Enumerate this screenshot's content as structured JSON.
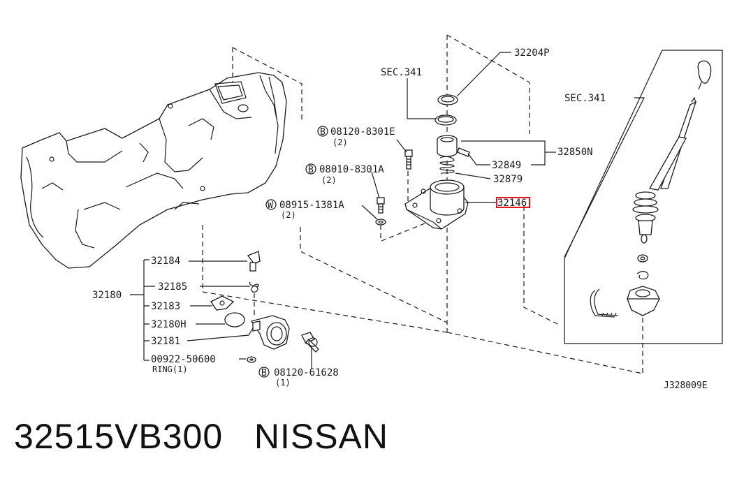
{
  "diagram": {
    "callouts": {
      "sec341_top": "SEC.341",
      "p32204p": "32204P",
      "bolt_08120_8301e": "08120-8301E",
      "bolt_08120_8301e_qty": "(2)",
      "bolt_08010_8301a": "08010-8301A",
      "bolt_08010_8301a_qty": "(2)",
      "washer_08915_1381a": "08915-1381A",
      "washer_08915_1381a_qty": "(2)",
      "p32850n": "32850N",
      "p32849": "32849",
      "p32879": "32879",
      "p32146": "32146",
      "sec341_right": "SEC.341",
      "p32184": "32184",
      "p32185": "32185",
      "p32180": "32180",
      "p32183": "32183",
      "p32180h": "32180H",
      "p32181": "32181",
      "p00922_50606": "00922-50600",
      "ring_label": "RING(1)",
      "bolt_08120_61628": "08120-61628",
      "bolt_08120_61628_qty": "(1)",
      "ref_code": "J328009E"
    },
    "symbols": {
      "b": "B",
      "w": "W"
    },
    "highlight_color": "#e8141b",
    "highlighted_part": "32146"
  },
  "caption": {
    "part_number": "32515VB300",
    "brand": "NISSAN"
  }
}
